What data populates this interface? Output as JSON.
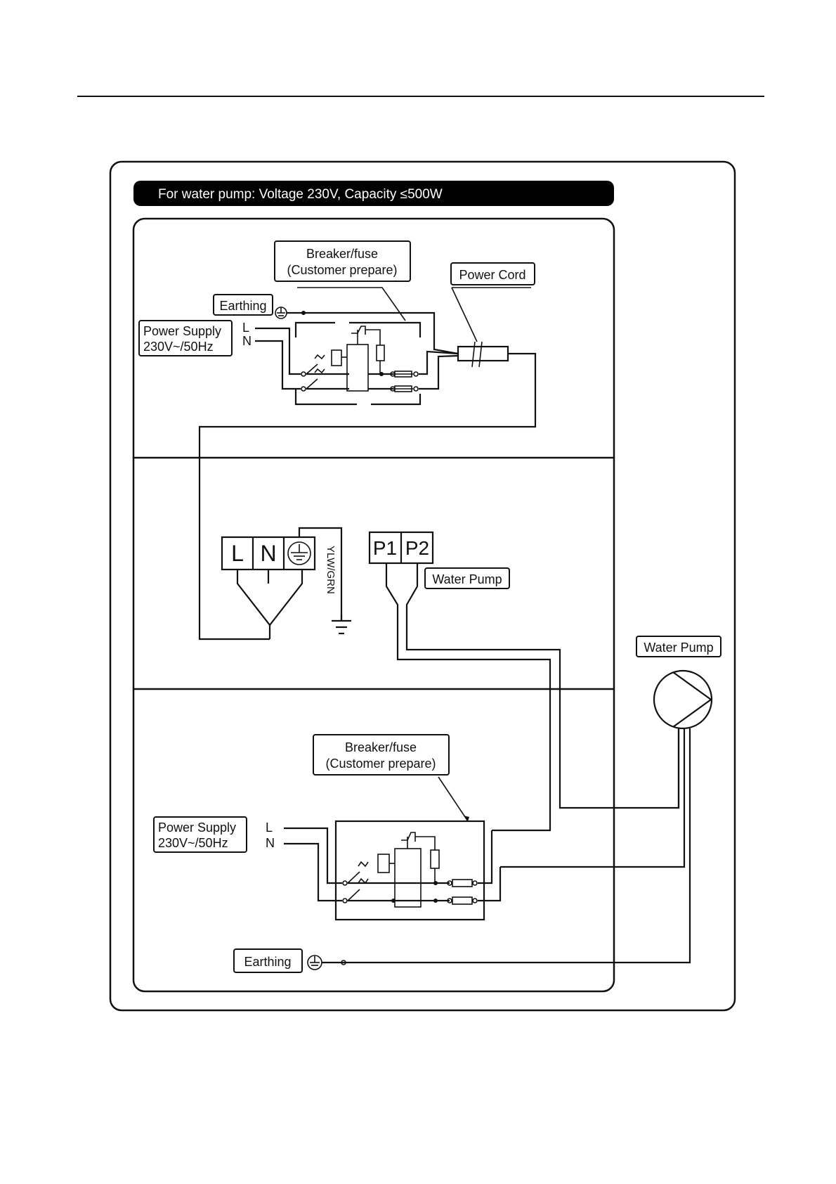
{
  "banner": "For water pump: Voltage 230V, Capacity ≤500W",
  "colors": {
    "ink": "#111111",
    "banner_bg": "#000000",
    "banner_text": "#ffffff",
    "page": "#ffffff"
  },
  "top_section": {
    "breaker": {
      "line1": "Breaker/fuse",
      "line2": "(Customer prepare)"
    },
    "power_cord": "Power Cord",
    "earthing": "Earthing",
    "power_supply": {
      "line1": "Power Supply",
      "line2": "230V~/50Hz"
    },
    "l": "L",
    "n": "N"
  },
  "middle_section": {
    "terminal_l": "L",
    "terminal_n": "N",
    "wire_color": "YLW/GRN",
    "terminal_p1": "P1",
    "terminal_p2": "P2",
    "water_pump": "Water Pump"
  },
  "pump": {
    "label": "Water Pump"
  },
  "bottom_section": {
    "breaker": {
      "line1": "Breaker/fuse",
      "line2": "(Customer prepare)"
    },
    "power_supply": {
      "line1": "Power Supply",
      "line2": "230V~/50Hz"
    },
    "l": "L",
    "n": "N",
    "earthing": "Earthing"
  }
}
